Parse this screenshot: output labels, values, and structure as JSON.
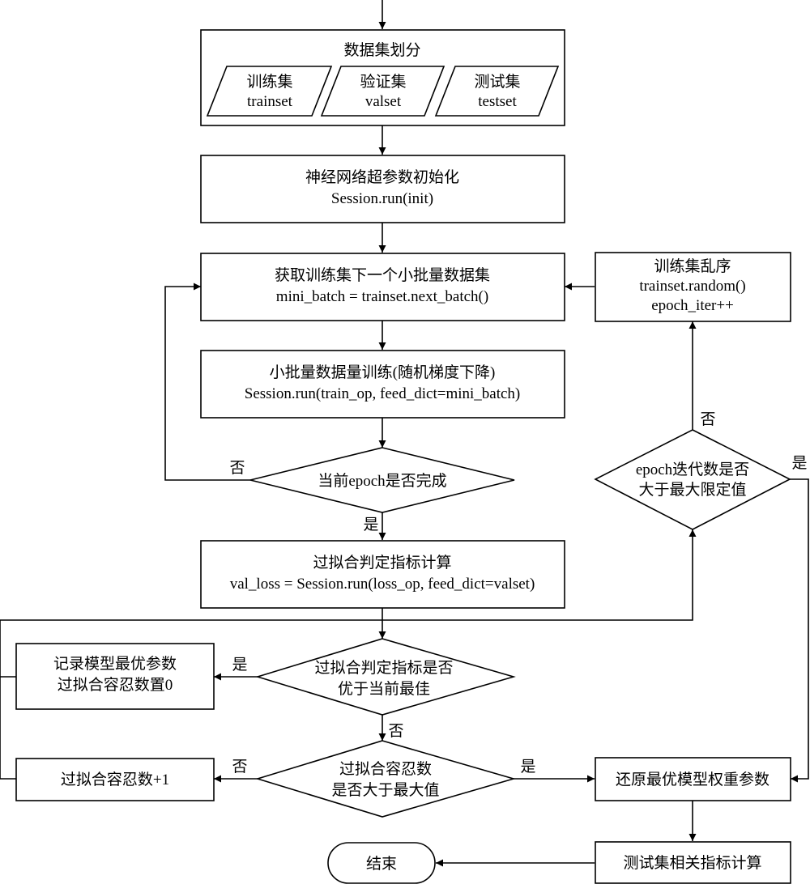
{
  "split": {
    "title": "数据集划分",
    "train": [
      "训练集",
      "trainset"
    ],
    "val": [
      "验证集",
      "valset"
    ],
    "test": [
      "测试集",
      "testset"
    ]
  },
  "init": [
    "神经网络超参数初始化",
    "Session.run(init)"
  ],
  "get_batch": [
    "获取训练集下一个小批量数据集",
    "mini_batch = trainset.next_batch()"
  ],
  "train_step": [
    "小批量数据量训练(随机梯度下降)",
    "Session.run(train_op, feed_dict=mini_batch)"
  ],
  "epoch_done": [
    "当前epoch是否完成"
  ],
  "overfit_calc": [
    "过拟合判定指标计算",
    "val_loss = Session.run(loss_op, feed_dict=valset)"
  ],
  "better": [
    "过拟合判定指标是否",
    "优于当前最佳"
  ],
  "record": [
    "记录模型最优参数",
    "过拟合容忍数置0"
  ],
  "patience_check": [
    "过拟合容忍数",
    "是否大于最大值"
  ],
  "patience_inc": [
    "过拟合容忍数+1"
  ],
  "restore": [
    "还原最优模型权重参数"
  ],
  "test_metrics": [
    "测试集相关指标计算"
  ],
  "end": [
    "结束"
  ],
  "shuffle": [
    "训练集乱序",
    "trainset.random()",
    "epoch_iter++"
  ],
  "epoch_limit": [
    "epoch迭代数是否",
    "大于最大限定值"
  ],
  "labels": {
    "yes": "是",
    "no": "否"
  }
}
